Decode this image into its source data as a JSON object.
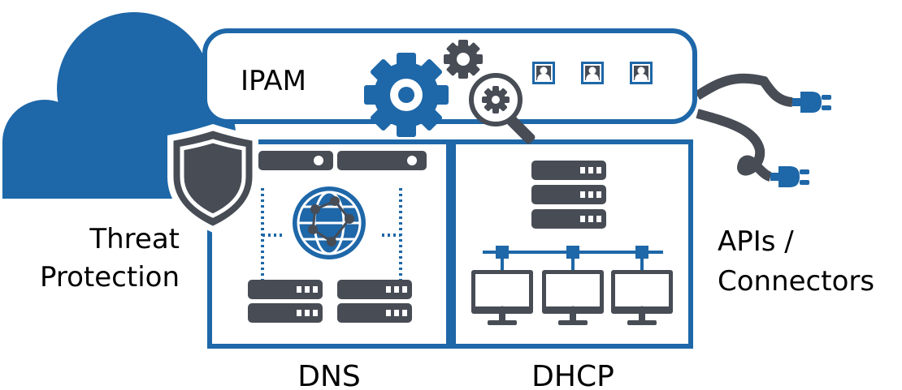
{
  "labels": {
    "ipam": "IPAM",
    "threat_line1": "Threat",
    "threat_line2": "Protection",
    "dns": "DNS",
    "dhcp": "DHCP",
    "apis_line1": "APIs /",
    "apis_line2": "Connectors"
  },
  "colors": {
    "blue": "#1e67a8",
    "dark": "#474c55",
    "border": "#1e67a8",
    "background": "#ffffff"
  },
  "icons": [
    "cloud-icon",
    "shield-icon",
    "gear-icon",
    "small-gear-icon",
    "magnifier-gear-icon",
    "user-icon",
    "server-icon",
    "globe-network-icon",
    "monitor-icon",
    "power-plug-icon"
  ]
}
